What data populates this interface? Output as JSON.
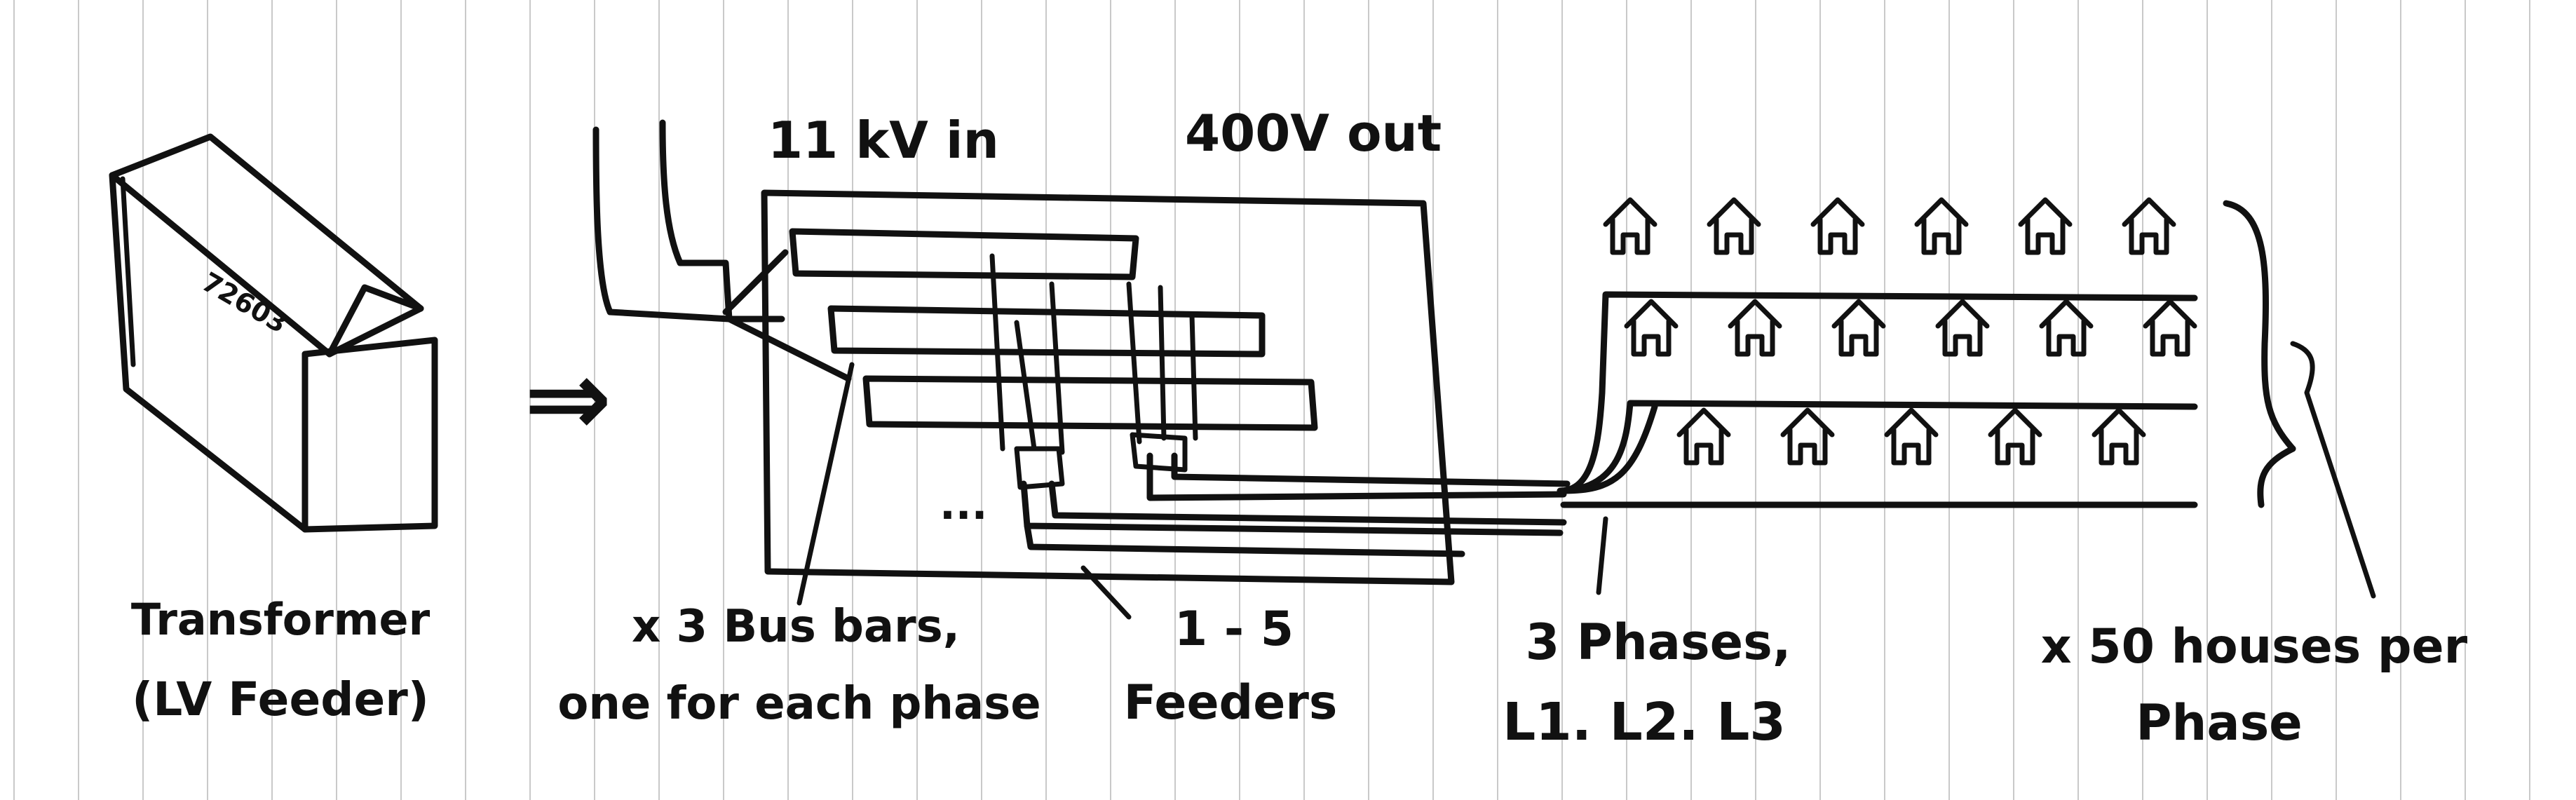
{
  "page": {
    "background": "#ffffff",
    "ink_color": "#111111",
    "rule_color": "#c9c9c9"
  },
  "transformer": {
    "label_line1": "Transformer",
    "label_line2": "(LV Feeder)",
    "tag": "72603"
  },
  "arrow_symbol": "⇒",
  "substation": {
    "input_label": "11 kV in",
    "output_label": "400V out",
    "ellipsis": "...",
    "busbars_label_line1": "x 3 Bus bars,",
    "busbars_label_line2": "one for each phase",
    "feeders_label_line1": "1 - 5",
    "feeders_label_line2": "Feeders"
  },
  "phases": {
    "label_line1": "3 Phases,",
    "label_line2": "L1. L2. L3"
  },
  "houses": {
    "label_line1": "x 50 houses per",
    "label_line2": "Phase",
    "row_counts": [
      6,
      6,
      5
    ]
  }
}
